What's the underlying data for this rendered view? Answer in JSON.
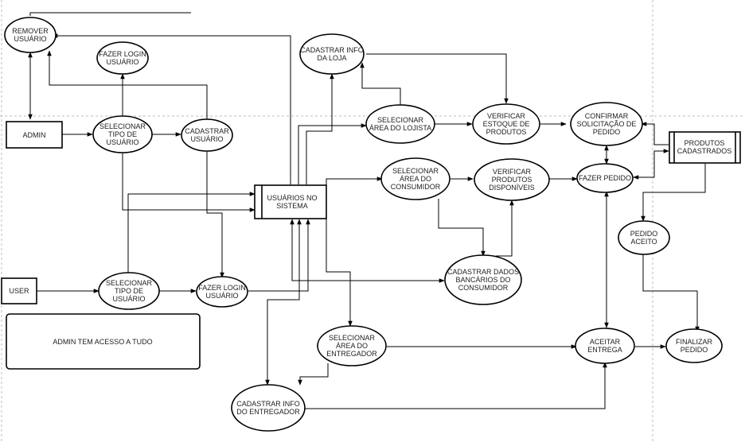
{
  "nodes": {
    "remover_usuario": [
      "REMOVER",
      "USUÁRIO"
    ],
    "fazer_login_admin": [
      "FAZER LOGIN",
      "USUÁRIO"
    ],
    "admin": [
      "ADMIN"
    ],
    "selecionar_tipo_admin": [
      "SELECIONAR",
      "TIPO DE",
      "USUÁRIO"
    ],
    "cadastrar_usuario": [
      "CADASTRAR",
      "USUÁRIO"
    ],
    "cadastrar_info_loja": [
      "CADASTRAR INFO",
      "DA LOJA"
    ],
    "selecionar_area_lojista": [
      "SELECIONAR",
      "ÁREA DO LOJISTA"
    ],
    "verificar_estoque": [
      "VERIFICAR",
      "ESTOQUE DE",
      "PRODUTOS"
    ],
    "confirmar_solicitacao": [
      "CONFIRMAR",
      "SOLICITAÇÃO  DE",
      "PEDIDO"
    ],
    "produtos_cadastrados": [
      "PRODUTOS",
      "CADASTRADOS"
    ],
    "usuarios_no_sistema": [
      "USUÁRIOS NO",
      "SISTEMA"
    ],
    "selecionar_area_consumidor": [
      "SELECIONAR",
      "ÁREA  DO",
      "CONSUMIDOR"
    ],
    "verificar_produtos": [
      "VERIFICAR",
      "PRODUTOS",
      "DISPONÍVEIS"
    ],
    "fazer_pedido": [
      "FAZER PEDIDO"
    ],
    "pedido_aceito": [
      "PEDIDO",
      "ACEITO"
    ],
    "user": [
      "USER"
    ],
    "selecionar_tipo_user": [
      "SELECIONAR",
      "TIPO DE",
      "USUÁRIO"
    ],
    "fazer_login_user": [
      "FAZER LOGIN",
      "USUÁRIO"
    ],
    "cadastrar_dados_bancarios": [
      "CADASTRAR DADOS",
      "BANCÁRIOS DO",
      "CONSUMIDOR"
    ],
    "admin_tem_acesso": [
      "ADMIN TEM ACESSO A TUDO"
    ],
    "selecionar_area_entregador": [
      "SELECIONAR",
      "ÁREA DO",
      "ENTREGADOR"
    ],
    "aceitar_entrega": [
      "ACEITAR",
      "ENTREGA"
    ],
    "finalizar_pedido": [
      "FINALIZAR",
      "PEDIDO"
    ],
    "cadastrar_info_entregador": [
      "CADASTRAR INFO",
      "DO ENTREGADOR"
    ]
  },
  "colors": {
    "stroke": "#000000",
    "fill": "#ffffff",
    "guide": "#bdbdbd",
    "text": "#222222"
  }
}
